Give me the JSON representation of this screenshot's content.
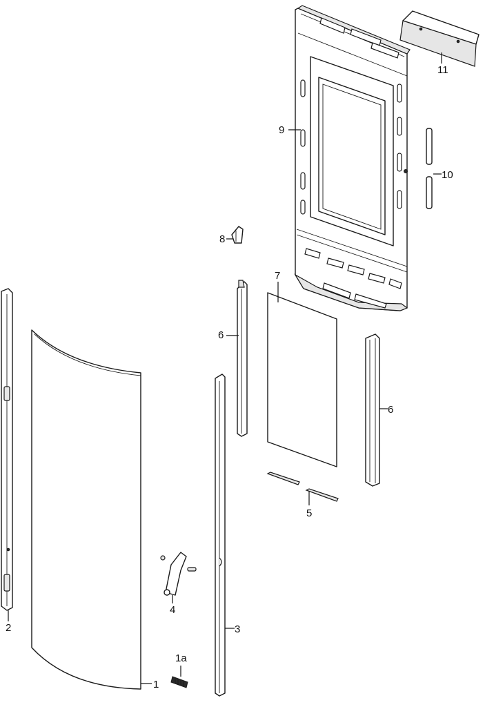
{
  "callouts": {
    "c1": "1",
    "c1a": "1a",
    "c2": "2",
    "c3": "3",
    "c4": "4",
    "c5": "5",
    "c6a": "6",
    "c6b": "6",
    "c7": "7",
    "c8": "8",
    "c9": "9",
    "c10": "10",
    "c11": "11"
  }
}
